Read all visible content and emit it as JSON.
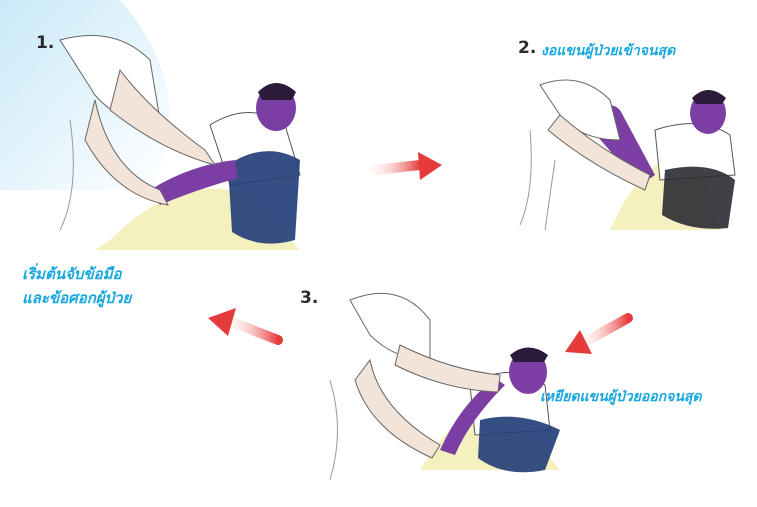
{
  "steps": [
    {
      "number": "1.",
      "caption": [
        "เริ่มต้นจับข้อมือ",
        "และข้อศอกผู้ป่วย"
      ]
    },
    {
      "number": "2.",
      "caption": [
        "งอแขนผู้ป่วยเข้าจนสุด"
      ]
    },
    {
      "number": "3.",
      "caption": [
        "เหยียดแขนผู้ป่วยออกจนสุด"
      ]
    }
  ],
  "colors": {
    "caption": "#1aa7df",
    "arrow": "#e53b3b",
    "patient_skin": "#7b3ea3",
    "pants": "#24407a",
    "bed": "#f4efb8",
    "accent_bg": "#d6effa"
  }
}
